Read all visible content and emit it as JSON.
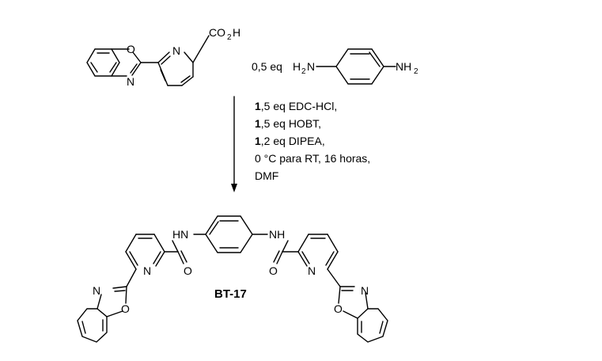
{
  "reactant_a": {
    "acid_group": "CO",
    "acid_subscript": "2",
    "acid_h": "H",
    "ring_n": "N",
    "oxazole_o": "O",
    "oxazole_n": "N"
  },
  "reagent": {
    "amount": "0,5 eq",
    "h2n": "H",
    "h2n_sub": "2",
    "h2n_n": "N",
    "nh2_n": "NH",
    "nh2_sub": "2"
  },
  "conditions": [
    {
      "num": "1",
      "rest": ",5 eq EDC-HCl,"
    },
    {
      "num": "1",
      "rest": ",5 eq HOBT,"
    },
    {
      "num": "1",
      "rest": ",2 eq DIPEA,"
    },
    {
      "num": "",
      "rest": "0 °C para RT, 16 horas,"
    },
    {
      "num": "",
      "rest": "DMF"
    }
  ],
  "product": {
    "label": "BT-17",
    "hn_left": "HN",
    "nh_right": "NH",
    "o_left": "O",
    "o_right": "O",
    "n_pyr_left": "N",
    "n_pyr_right": "N",
    "n_ox_left": "N",
    "o_ox_left": "O",
    "n_ox_right": "N",
    "o_ox_right": "O"
  }
}
